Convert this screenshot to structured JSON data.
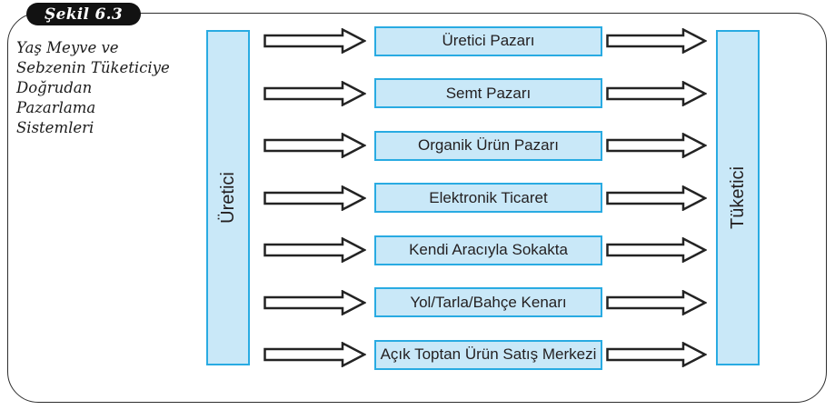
{
  "figure": {
    "label": "Şekil 6.3",
    "caption": "Yaş Meyve ve\nSebzenin Tüketiciye\nDoğrudan\nPazarlama\nSistemleri",
    "producer_label": "Üretici",
    "consumer_label": "Tüketici",
    "channels": [
      "Üretici Pazarı",
      "Semt Pazarı",
      "Organik Ürün Pazarı",
      "Elektronik Ticaret",
      "Kendi Aracıyla Sokakta",
      "Yol/Tarla/Bahçe Kenarı",
      "Açık Toptan Ürün Satış Merkezi"
    ],
    "colors": {
      "box_fill": "#c9e8f8",
      "box_border": "#29abe2",
      "line": "#232323",
      "pill_bg": "#121212",
      "pill_text": "#ffffff",
      "text": "#231f20"
    }
  }
}
